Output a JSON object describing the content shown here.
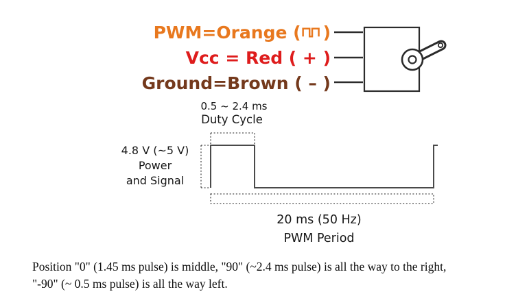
{
  "wiring": {
    "pwm": {
      "prefix": "PWM=Orange (",
      "suffix": ")",
      "icon": "square-wave-icon",
      "color": "#e8781e"
    },
    "vcc": {
      "label": "Vcc = Red ( + )",
      "color": "#de1c1c"
    },
    "ground": {
      "label": "Ground=Brown ( – )",
      "color": "#74391c"
    }
  },
  "waveform": {
    "duty_range": "0.5 ~ 2.4 ms",
    "duty_label": "Duty Cycle",
    "voltage": {
      "line1": "4.8 V (~5 V)",
      "line2": "Power",
      "line3": "and Signal"
    },
    "period_value": "20 ms (50 Hz)",
    "period_label": "PWM Period"
  },
  "caption": {
    "line1": "Position \"0\" (1.45 ms pulse) is middle, \"90\" (~2.4 ms pulse) is all the way to the right,",
    "line2": "\"-90\" (~ 0.5 ms pulse) is all the way left."
  }
}
